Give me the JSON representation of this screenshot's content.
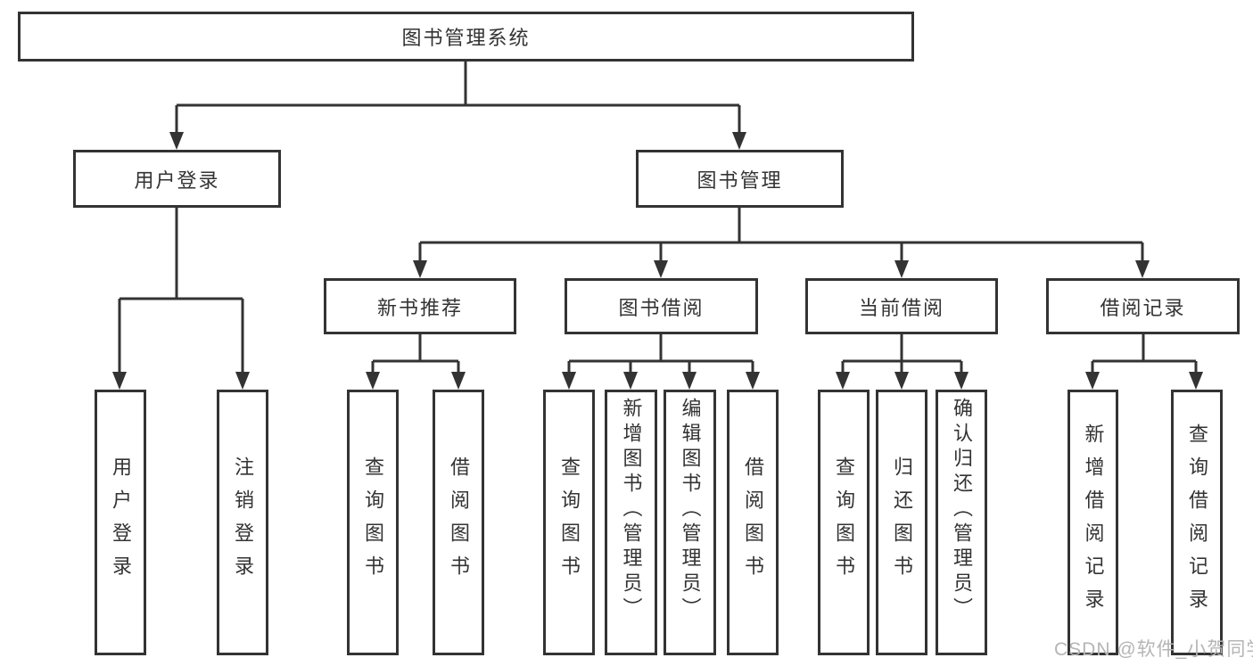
{
  "tree": {
    "label": "图书管理系统",
    "children": [
      {
        "label": "用户登录",
        "children": [
          {
            "label": "用户登录"
          },
          {
            "label": "注销登录"
          }
        ]
      },
      {
        "label": "图书管理",
        "children": [
          {
            "label": "新书推荐",
            "children": [
              {
                "label": "查询图书"
              },
              {
                "label": "借阅图书"
              }
            ]
          },
          {
            "label": "图书借阅",
            "children": [
              {
                "label": "查询图书"
              },
              {
                "label": "新增图书（管理员）"
              },
              {
                "label": "编辑图书（管理员）"
              },
              {
                "label": "借阅图书"
              }
            ]
          },
          {
            "label": "当前借阅",
            "children": [
              {
                "label": "查询图书"
              },
              {
                "label": "归还图书"
              },
              {
                "label": "确认归还（管理员）"
              }
            ]
          },
          {
            "label": "借阅记录",
            "children": [
              {
                "label": "新增借阅记录"
              },
              {
                "label": "查询借阅记录"
              }
            ]
          }
        ]
      }
    ]
  },
  "watermark": {
    "text": "CSDN @软件_小贺同学"
  },
  "colors": {
    "line": "#333333",
    "box_border": "#333333",
    "text": "#333333",
    "watermark": "#b5b5b5"
  }
}
